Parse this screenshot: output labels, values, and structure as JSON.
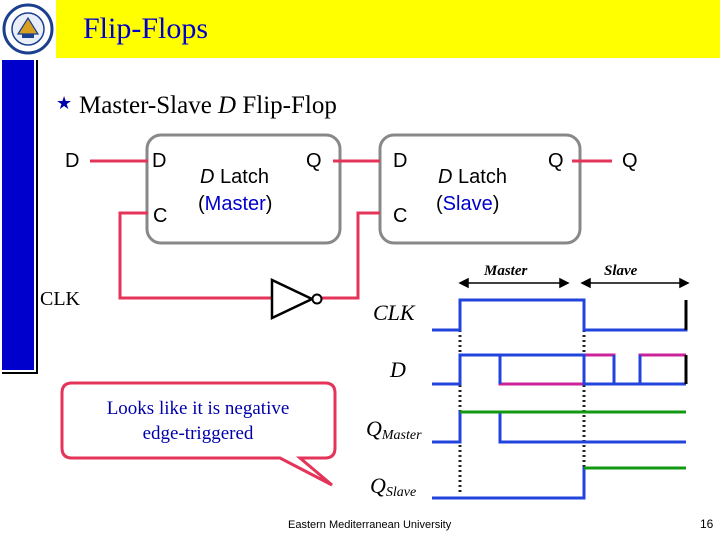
{
  "slide": {
    "title": "Flip-Flops",
    "bullet": "Master-Slave",
    "bullet_d": "D",
    "bullet_rest": "Flip-Flop",
    "footer": "Eastern Mediterranean University",
    "page_number": "16"
  },
  "circuit": {
    "input_d": "D",
    "master": {
      "d": "D",
      "c": "C",
      "q": "Q",
      "name_italic": "D",
      "name": "Latch",
      "sub_open": "(",
      "sub": "Master",
      "sub_close": ")"
    },
    "slave": {
      "d": "D",
      "c": "C",
      "q": "Q",
      "name_italic": "D",
      "name": "Latch",
      "sub_open": "(",
      "sub": "Slave",
      "sub_close": ")"
    },
    "output_q": "Q",
    "clk": "CLK"
  },
  "timing": {
    "master_label": "Master",
    "slave_label": "Slave",
    "clk_label": "CLK",
    "d_label": "D",
    "qm_label": "Q",
    "qm_sub": "Master",
    "qs_label": "Q",
    "qs_sub": "Slave"
  },
  "callout": {
    "line1": "Looks like it is negative",
    "line2": "edge-triggered"
  },
  "colors": {
    "title_bar": "#ffff00",
    "title_text": "#0000cc",
    "wire": "#e4345a",
    "waveform": "#2244dd",
    "d_wave": "#cc2299",
    "q_wave": "#119911",
    "box_border": "#888888"
  }
}
